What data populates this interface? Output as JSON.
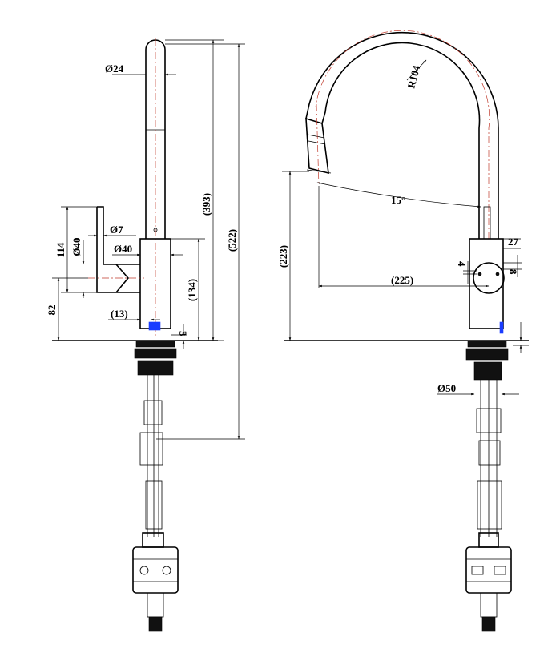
{
  "dimensions": {
    "d24": "Ø24",
    "d7": "Ø7",
    "d40_v": "Ø40",
    "d40_h": "Ø40",
    "h114": "114",
    "h82": "82",
    "o13": "(13)",
    "h134": "(134)",
    "h393": "(393)",
    "h522": "(522)",
    "g3": "3",
    "r104": "R104",
    "a15": "15°",
    "h223": "(223)",
    "w225": "(225)",
    "w27": "27",
    "s4": "4",
    "s8": "8",
    "d50": "Ø50"
  },
  "colors": {
    "outline": "#000000",
    "centerline": "#c0392b",
    "marker": "#1a3cff"
  }
}
